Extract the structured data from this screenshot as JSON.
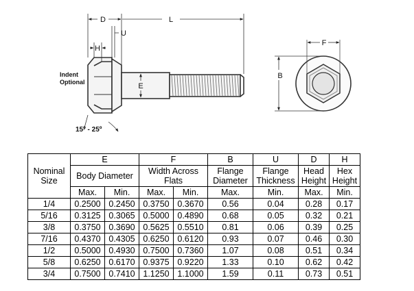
{
  "drawing": {
    "dimension_labels": {
      "D": "D",
      "L": "L",
      "U": "U",
      "H": "H",
      "E": "E",
      "B": "B",
      "F": "F"
    },
    "indent_note": [
      "Indent",
      "Optional"
    ],
    "angle_note": "15º - 25º"
  },
  "table": {
    "col_headers": {
      "nominal": "Nominal Size",
      "E": "E",
      "F": "F",
      "B": "B",
      "U": "U",
      "D": "D",
      "H": "H"
    },
    "sub_headers": {
      "body_diameter": "Body Diameter",
      "width_across_flats": "Width Across Flats",
      "flange_diameter": "Flange Diameter",
      "flange_thickness": "Flange Thickness",
      "head_height": "Head Height",
      "hex_height": "Hex Height"
    },
    "limits": [
      "Max.",
      "Min.",
      "Max.",
      "Min.",
      "Max.",
      "Min.",
      "Max.",
      "Min."
    ],
    "rows": [
      [
        "1/4",
        "0.2500",
        "0.2450",
        "0.3750",
        "0.3670",
        "0.56",
        "0.04",
        "0.28",
        "0.17"
      ],
      [
        "5/16",
        "0.3125",
        "0.3065",
        "0.5000",
        "0.4890",
        "0.68",
        "0.05",
        "0.32",
        "0.21"
      ],
      [
        "3/8",
        "0.3750",
        "0.3690",
        "0.5625",
        "0.5510",
        "0.81",
        "0.06",
        "0.39",
        "0.25"
      ],
      [
        "7/16",
        "0.4370",
        "0.4305",
        "0.6250",
        "0.6120",
        "0.93",
        "0.07",
        "0.46",
        "0.30"
      ],
      [
        "1/2",
        "0.5000",
        "0.4930",
        "0.7500",
        "0.7360",
        "1.07",
        "0.08",
        "0.51",
        "0.34"
      ],
      [
        "5/8",
        "0.6250",
        "0.6170",
        "0.9375",
        "0.9220",
        "1.33",
        "0.10",
        "0.62",
        "0.42"
      ],
      [
        "3/4",
        "0.7500",
        "0.7410",
        "1.1250",
        "1.1000",
        "1.59",
        "0.11",
        "0.73",
        "0.51"
      ]
    ]
  }
}
